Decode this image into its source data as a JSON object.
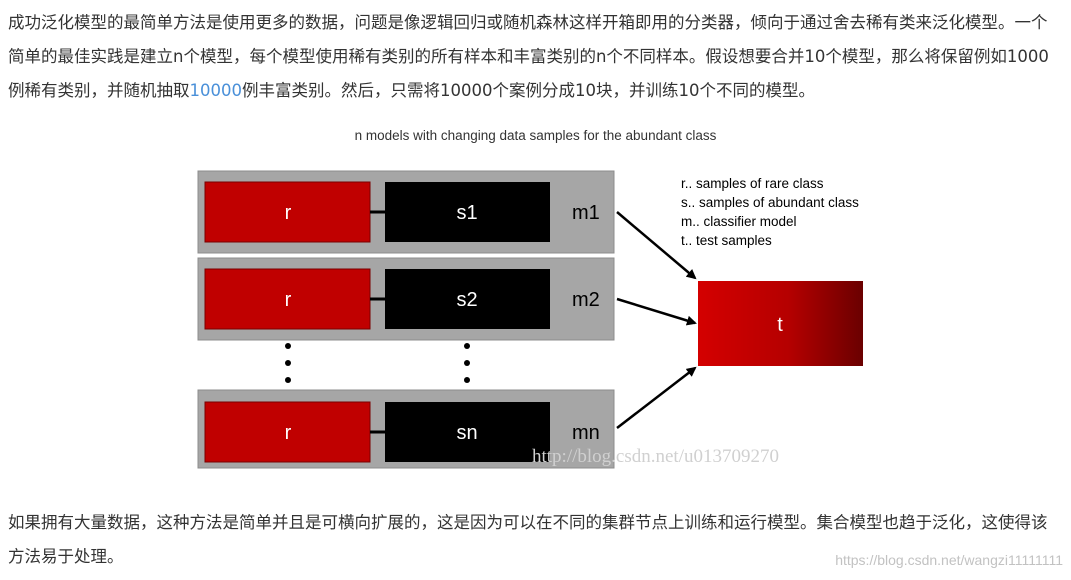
{
  "article": {
    "paragraph1_before_link": "成功泛化模型的最简单方法是使用更多的数据，问题是像逻辑回归或随机森林这样开箱即用的分类器，倾向于通过舍去稀有类来泛化模型。一个简单的最佳实践是建立n个模型，每个模型使用稀有类别的所有样本和丰富类别的n个不同样本。假设想要合并10个模型，那么将保留例如1000例稀有类别，并随机抽取",
    "paragraph1_link": "10000",
    "paragraph1_after_link": "例丰富类别。然后，只需将10000个案例分成10块，并训练10个不同的模型。",
    "paragraph2": "如果拥有大量数据，这种方法是简单并且是可横向扩展的，这是因为可以在不同的集群节点上训练和运行模型。集合模型也趋于泛化，这使得该方法易于处理。"
  },
  "diagram": {
    "title": "n models with changing data samples for the abundant class",
    "rows": [
      {
        "rare": "r",
        "sample": "s1",
        "model": "m1"
      },
      {
        "rare": "r",
        "sample": "s2",
        "model": "m2"
      },
      {
        "rare": "r",
        "sample": "sn",
        "model": "mn"
      }
    ],
    "target": "t",
    "legend": [
      "r.. samples of rare class",
      "s.. samples of abundant class",
      "m.. classifier model",
      "t.. test samples"
    ],
    "watermark": "http://blog.csdn.net/u013709270",
    "colors": {
      "rare": "#c00000",
      "sample": "#000000",
      "row": "#a6a6a6",
      "target_start": "#d40000",
      "target_end": "#6a0000"
    }
  },
  "footer_watermark": "https://blog.csdn.net/wangzi11111111"
}
